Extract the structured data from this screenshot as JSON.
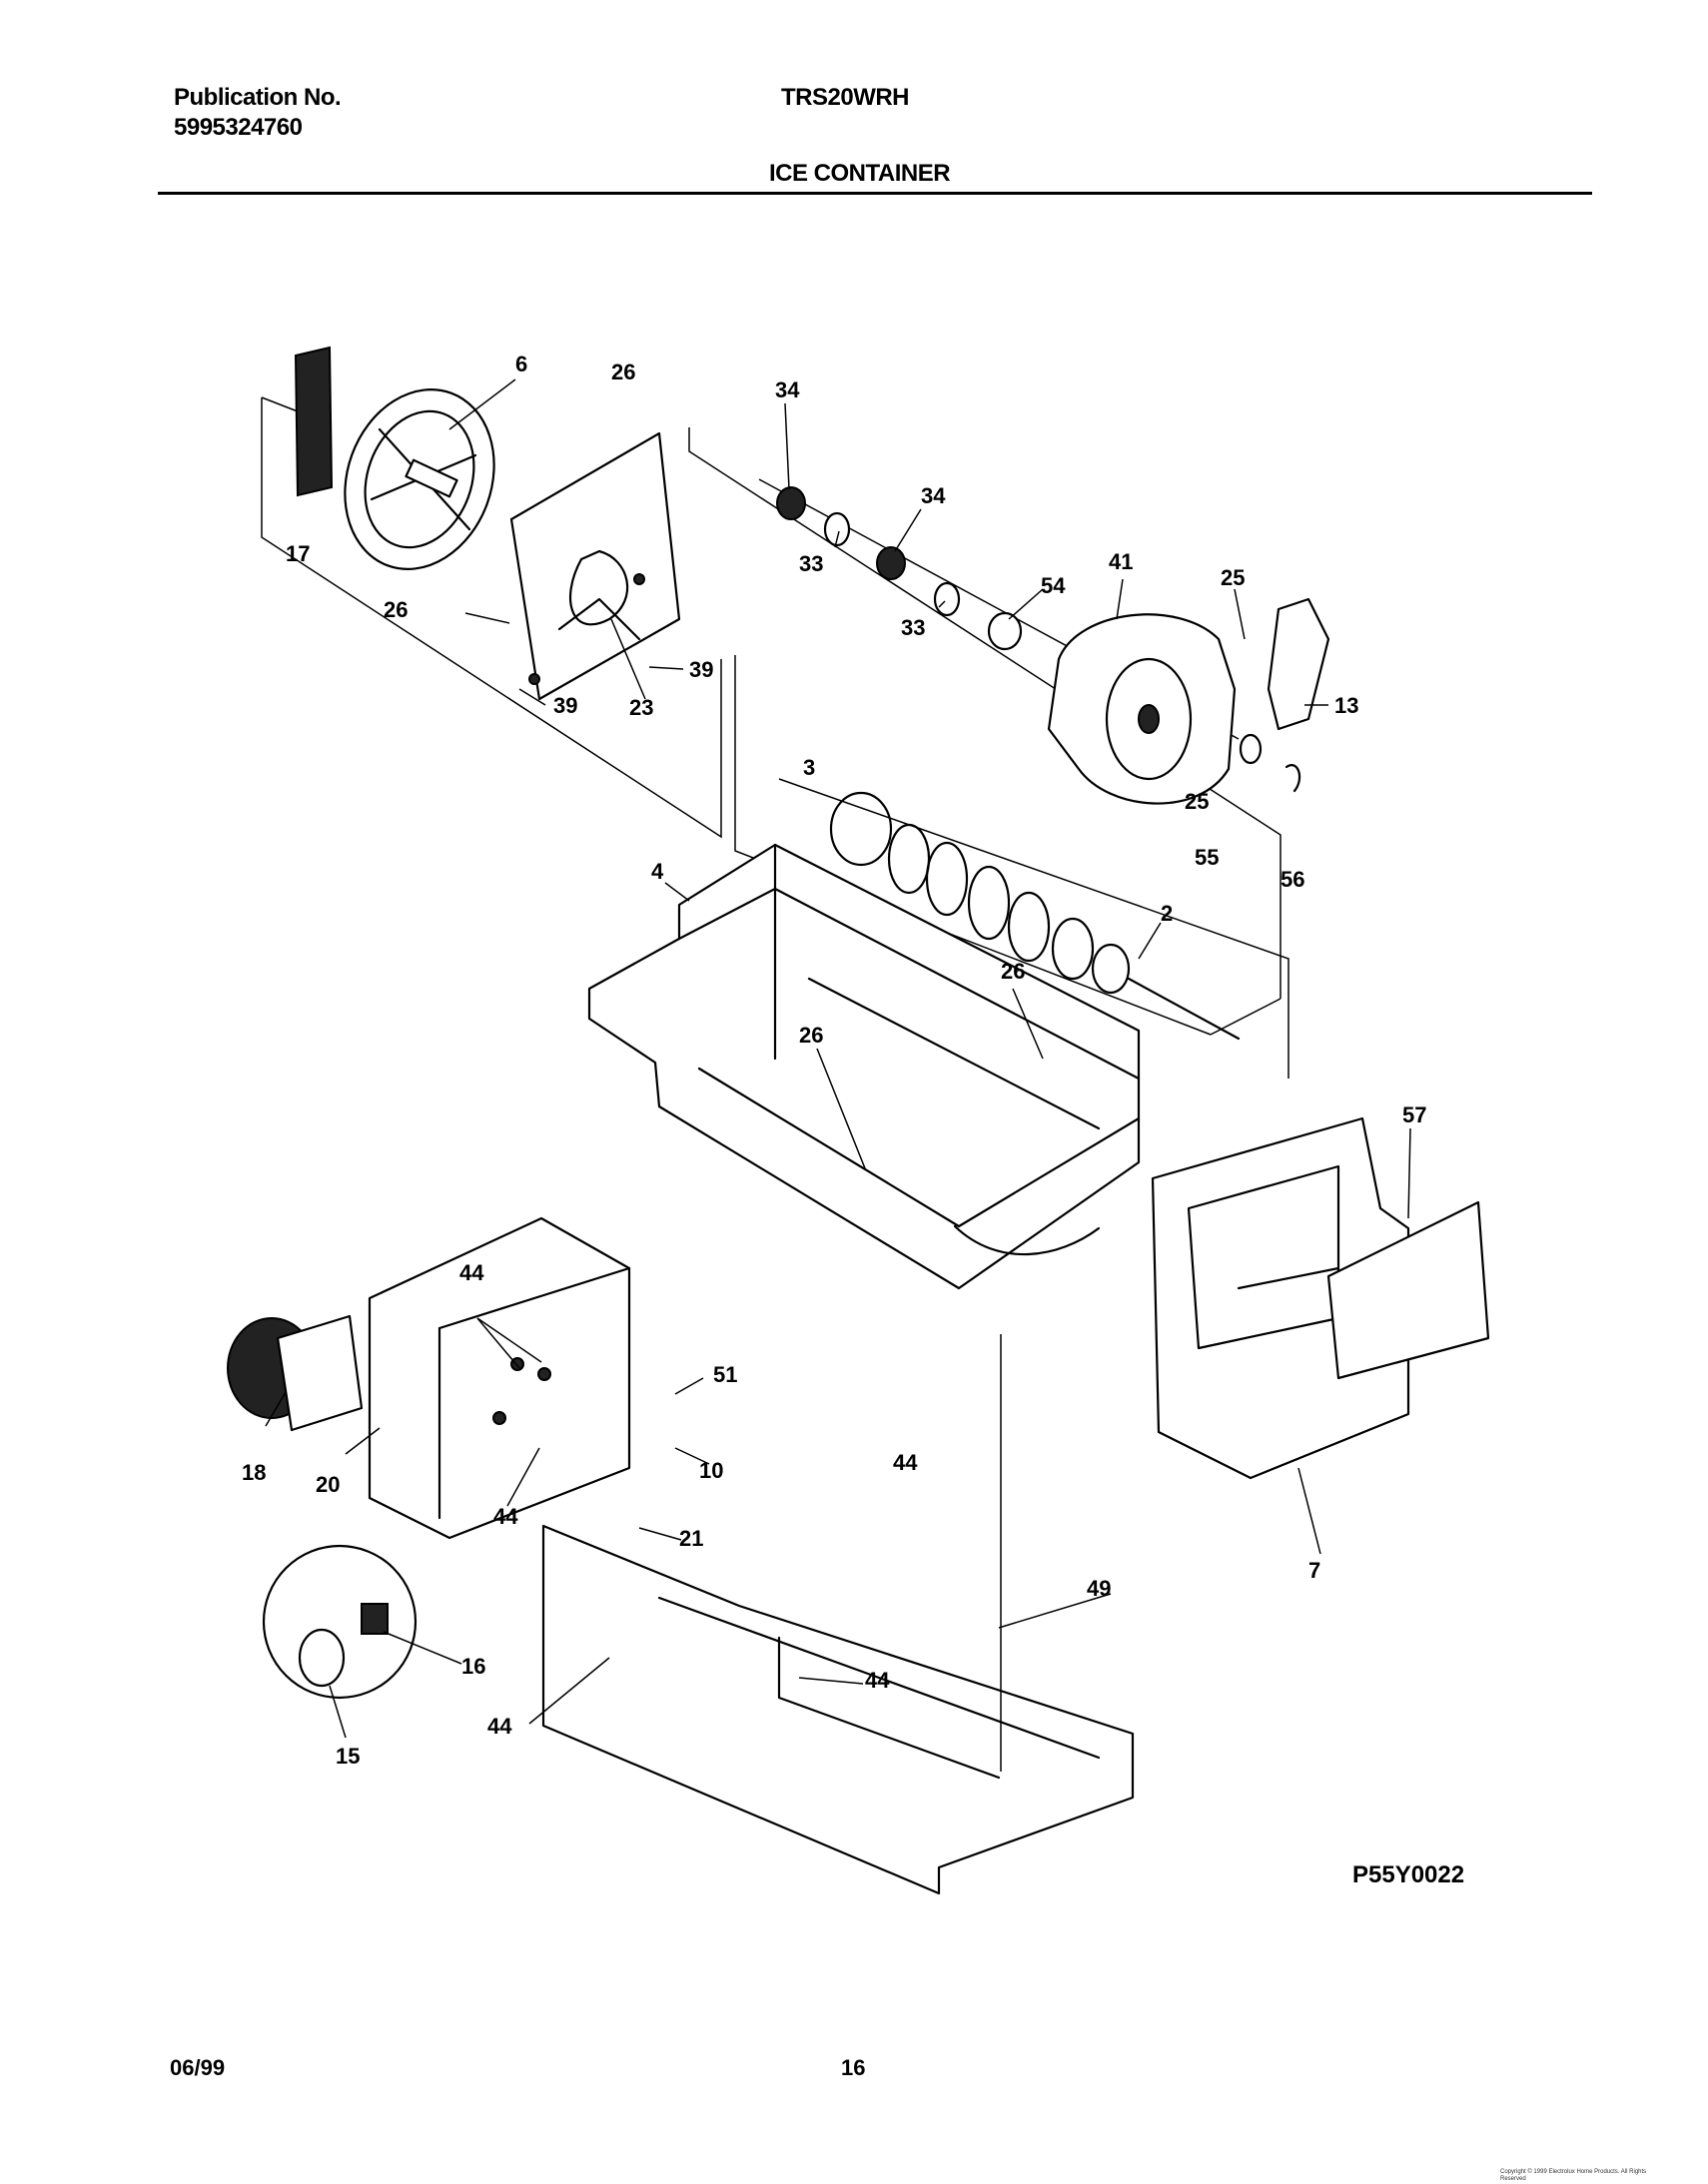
{
  "header": {
    "publication_label": "Publication No.",
    "publication_number": "5995324760",
    "model": "TRS20WRH",
    "section_title": "ICE CONTAINER"
  },
  "diagram": {
    "callouts": {
      "c6": "6",
      "c26a": "26",
      "c34a": "34",
      "c34b": "34",
      "c17": "17",
      "c33a": "33",
      "c33b": "33",
      "c54": "54",
      "c41": "41",
      "c25a": "25",
      "c13": "13",
      "c26b": "26",
      "c39a": "39",
      "c39b": "39",
      "c23": "23",
      "c3": "3",
      "c25b": "25",
      "c55": "55",
      "c56": "56",
      "c4": "4",
      "c2": "2",
      "c26c": "26",
      "c26d": "26",
      "c57": "57",
      "c44a": "44",
      "c51": "51",
      "c18": "18",
      "c20": "20",
      "c10": "10",
      "c44b": "44",
      "c44c": "44",
      "c21": "21",
      "c49": "49",
      "c16": "16",
      "c15": "15",
      "c44d": "44",
      "c44e": "44",
      "c7": "7"
    },
    "code": "P55Y0022"
  },
  "footer": {
    "date": "06/99",
    "page": "16",
    "copyright": "Copyright © 1999 Electrolux Home Products. All Rights Reserved"
  }
}
